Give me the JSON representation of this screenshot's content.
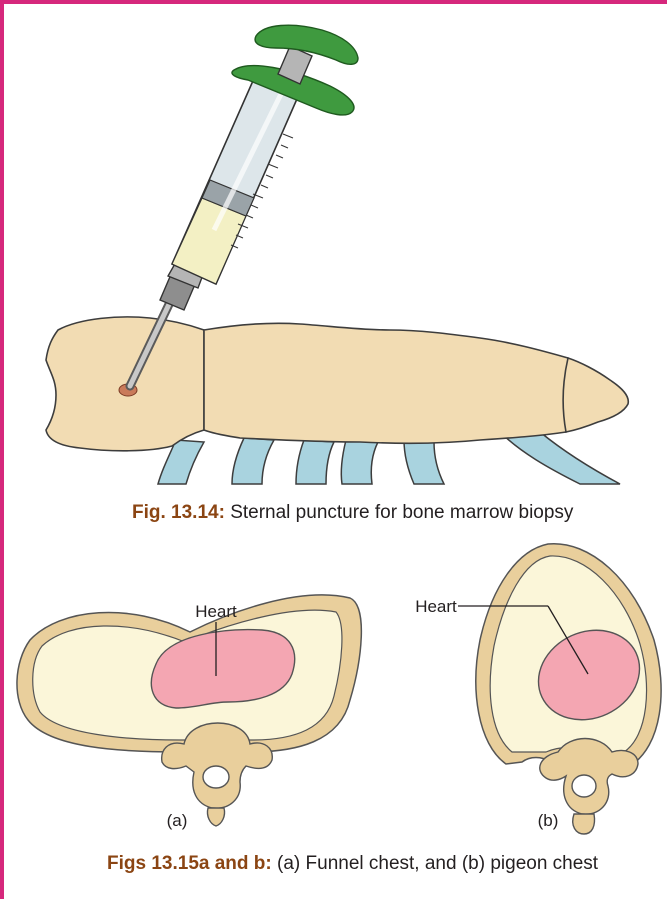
{
  "figures": [
    {
      "label": "Fig. 13.14:",
      "caption": "Sternal puncture for bone marrow biopsy"
    },
    {
      "label": "Figs 13.15a and b:",
      "caption": "(a) Funnel chest, and (b) pigeon chest",
      "panels": [
        {
          "letter": "(a)",
          "organ_label": "Heart"
        },
        {
          "letter": "(b)",
          "organ_label": "Heart"
        }
      ]
    }
  ],
  "colors": {
    "frame": "#d6287c",
    "bone": "#f2dcb3",
    "rib_cartilage": "#a9d3df",
    "heart": "#f4a6b2",
    "cavity": "#fbf6d9",
    "syringe_handle": "#3f9a3f",
    "caption_label": "#8b4513"
  }
}
